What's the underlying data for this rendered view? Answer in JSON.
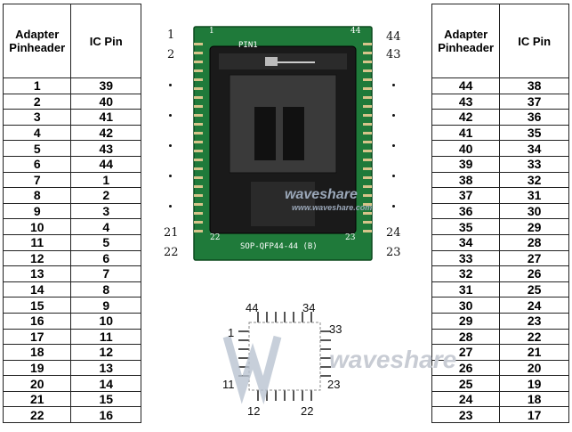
{
  "header": {
    "adapter": "Adapter Pinheader",
    "ic": "IC Pin"
  },
  "left_rows": [
    [
      "1",
      "39"
    ],
    [
      "2",
      "40"
    ],
    [
      "3",
      "41"
    ],
    [
      "4",
      "42"
    ],
    [
      "5",
      "43"
    ],
    [
      "6",
      "44"
    ],
    [
      "7",
      "1"
    ],
    [
      "8",
      "2"
    ],
    [
      "9",
      "3"
    ],
    [
      "10",
      "4"
    ],
    [
      "11",
      "5"
    ],
    [
      "12",
      "6"
    ],
    [
      "13",
      "7"
    ],
    [
      "14",
      "8"
    ],
    [
      "15",
      "9"
    ],
    [
      "16",
      "10"
    ],
    [
      "17",
      "11"
    ],
    [
      "18",
      "12"
    ],
    [
      "19",
      "13"
    ],
    [
      "20",
      "14"
    ],
    [
      "21",
      "15"
    ],
    [
      "22",
      "16"
    ]
  ],
  "right_rows": [
    [
      "44",
      "38"
    ],
    [
      "43",
      "37"
    ],
    [
      "42",
      "36"
    ],
    [
      "41",
      "35"
    ],
    [
      "40",
      "34"
    ],
    [
      "39",
      "33"
    ],
    [
      "38",
      "32"
    ],
    [
      "37",
      "31"
    ],
    [
      "36",
      "30"
    ],
    [
      "35",
      "29"
    ],
    [
      "34",
      "28"
    ],
    [
      "33",
      "27"
    ],
    [
      "32",
      "26"
    ],
    [
      "31",
      "25"
    ],
    [
      "30",
      "24"
    ],
    [
      "29",
      "23"
    ],
    [
      "28",
      "22"
    ],
    [
      "27",
      "21"
    ],
    [
      "26",
      "20"
    ],
    [
      "25",
      "19"
    ],
    [
      "24",
      "18"
    ],
    [
      "23",
      "17"
    ]
  ],
  "board": {
    "left_numbers": [
      "1",
      "2",
      "21",
      "22"
    ],
    "right_numbers": [
      "44",
      "43",
      "24",
      "23"
    ],
    "pin1_label": "PIN1",
    "corner_1": "1",
    "corner_44": "44",
    "corner_22": "22",
    "corner_23": "23",
    "model_label": "SOP-QFP44-44 (B)"
  },
  "diagram": {
    "top_left": "44",
    "top_right": "34",
    "left_top": "1",
    "right_top": "33",
    "left_bottom": "11",
    "right_bottom": "23",
    "bottom_left": "12",
    "bottom_right": "22"
  },
  "watermark": {
    "brand": "waveshare",
    "site": "www.waveshare.com"
  }
}
